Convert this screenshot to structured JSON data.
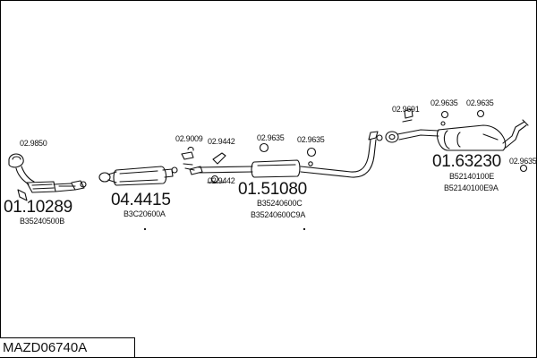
{
  "title": "MAZD06740A",
  "clamp_labels": [
    "02.9850",
    "02.9009",
    "02.9442",
    "02.9442",
    "02.9635",
    "02.9635",
    "02.9691",
    "02.9635",
    "02.9635",
    "02.9635"
  ],
  "parts": [
    {
      "number": "01.10289",
      "oe_numbers": [
        "B35240500B"
      ]
    },
    {
      "number": "04.4415",
      "oe_numbers": [
        "B3C20600A"
      ]
    },
    {
      "number": "01.51080",
      "oe_numbers": [
        "B35240600C",
        "B35240600C9A"
      ]
    },
    {
      "number": "01.63230",
      "oe_numbers": [
        "B52140100E",
        "B52140100E9A"
      ]
    }
  ]
}
